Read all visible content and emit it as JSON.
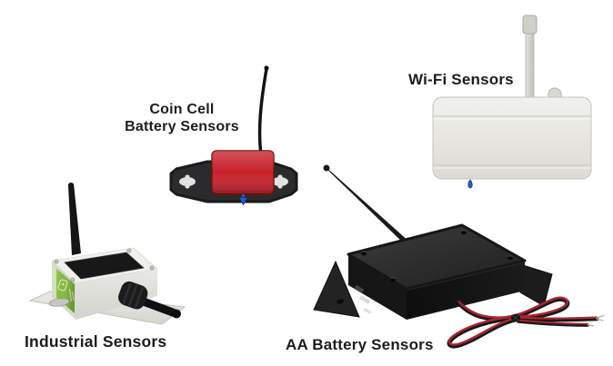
{
  "products": [
    {
      "id": "coin-cell-battery-sensors",
      "label": "Coin Cell\nBattery Sensors"
    },
    {
      "id": "wifi-sensors",
      "label": "Wi-Fi Sensors"
    },
    {
      "id": "industrial-sensors",
      "label": "Industrial Sensors"
    },
    {
      "id": "aa-battery-sensors",
      "label": "AA Battery Sensors"
    }
  ],
  "colors": {
    "background": "#ffffff",
    "label_text": "#1c1c1c",
    "coin_cell_red": "#c8202a",
    "industrial_label_green": "#85b93f",
    "status_led_blue": "#2b59c9",
    "device_black": "#1d1d1f",
    "enclosure_light": "#e7e7e3",
    "wire_red": "#ab2530"
  }
}
